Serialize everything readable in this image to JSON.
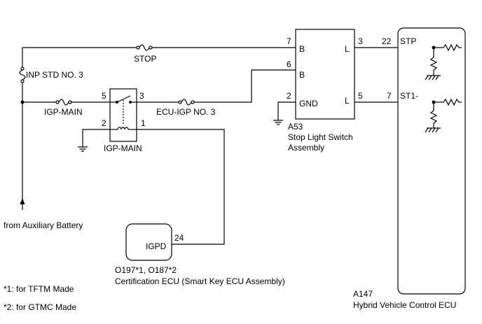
{
  "fuses": {
    "stop": "STOP",
    "inp_std": "INP STD NO. 3",
    "igp_main": "IGP-MAIN",
    "ecu_igp": "ECU-IGP NO. 3"
  },
  "relay": {
    "label": "IGP-MAIN",
    "pins": {
      "p5": "5",
      "p3": "3",
      "p2": "2",
      "p1": "1"
    }
  },
  "switch": {
    "ref": "A53",
    "name_line1": "Stop Light Switch",
    "name_line2": "Assembly",
    "terminals": {
      "b1": "B",
      "b2": "B",
      "gnd": "GND",
      "l1": "L",
      "l2": "L"
    },
    "pins": {
      "p7": "7",
      "p6": "6",
      "p2": "2",
      "p3": "3",
      "p5": "5"
    }
  },
  "hv_ecu": {
    "ref": "A147",
    "name": "Hybrid Vehicle Control ECU",
    "signals": {
      "stp": "STP",
      "st1": "ST1-"
    },
    "pins": {
      "p22": "22",
      "p7": "7"
    }
  },
  "cert_ecu": {
    "terminal": "IGPD",
    "pin": "24",
    "ref": "O197*1, O187*2",
    "name": "Certification ECU (Smart Key ECU Assembly)"
  },
  "source": {
    "label": "from Auxiliary Battery"
  },
  "notes": {
    "n1": "*1: for TFTM Made",
    "n2": "*2: for GTMC Made"
  },
  "icons": [
    "fuse-icon",
    "relay-switch-icon",
    "relay-coil-icon",
    "ground-icon",
    "resistor-icon",
    "arrow-up-icon"
  ]
}
